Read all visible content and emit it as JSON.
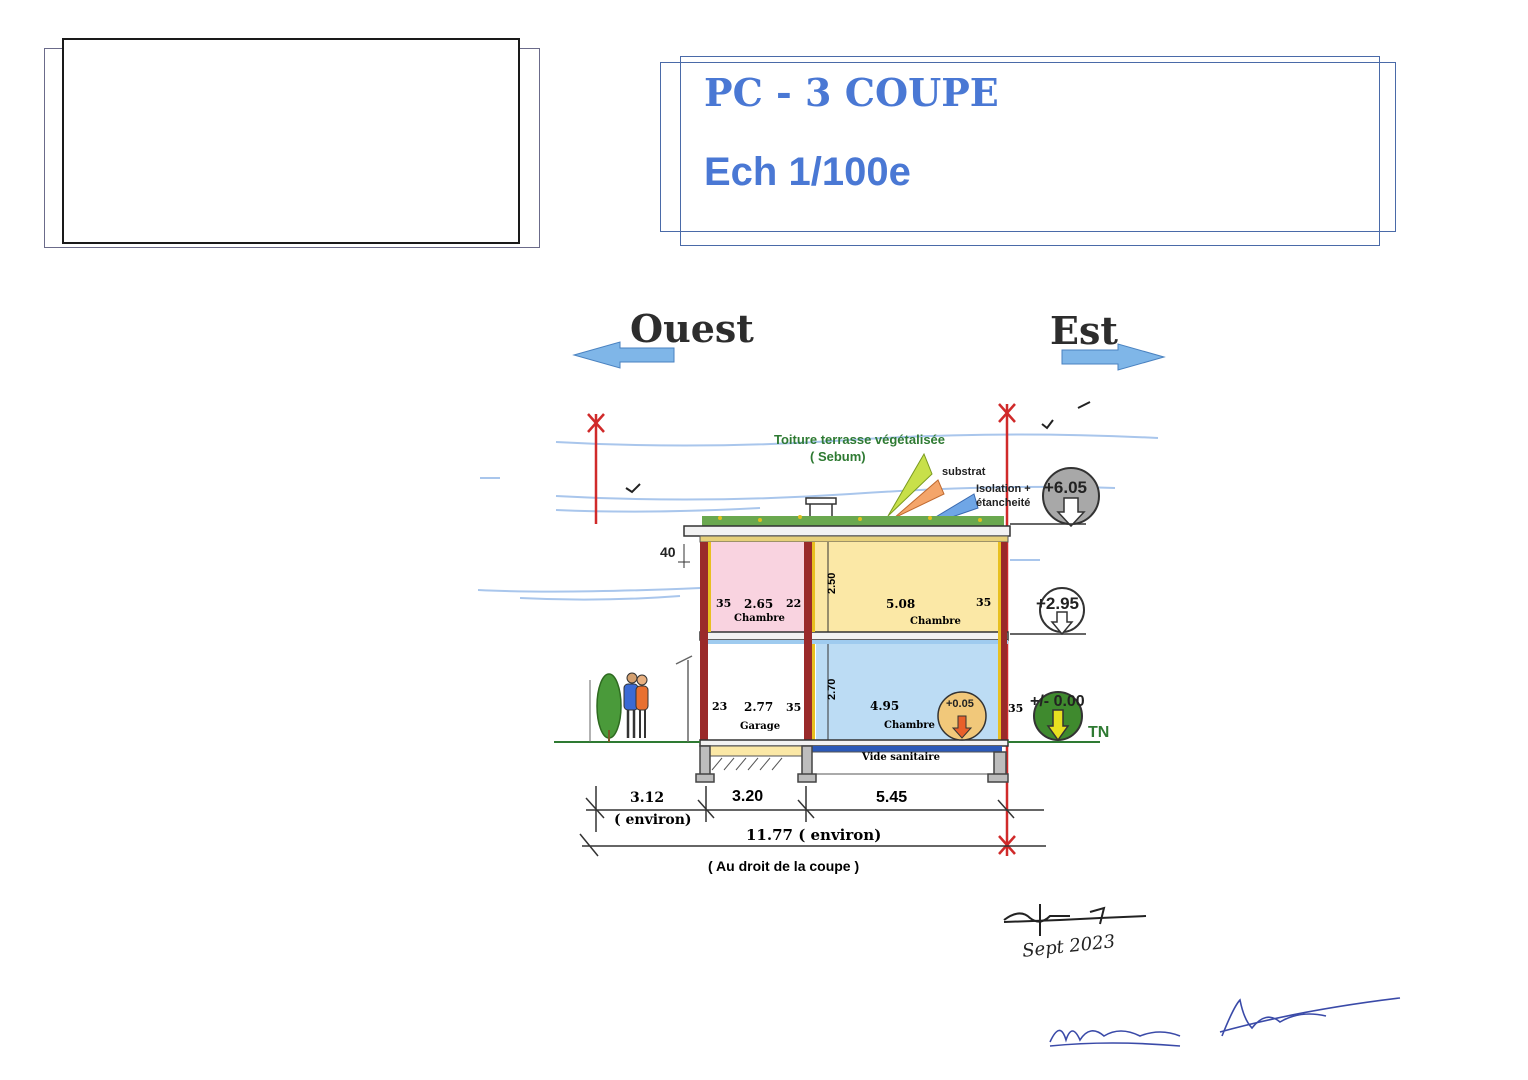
{
  "title_block": {
    "line1": "PC - 3   COUPE",
    "line2": "Ech 1/100e"
  },
  "directions": {
    "west": "Ouest",
    "east": "Est"
  },
  "roof": {
    "title": "Toiture terrasse végétalisée",
    "subtitle": "( Sebum)",
    "layer_substrat": "substrat",
    "layer_isolation_1": "Isolation +",
    "layer_isolation_2": "étancheité"
  },
  "levels": {
    "top": "+6.05",
    "first": "+2.95",
    "ground": "+/- 0.00",
    "ground_ref": "TN",
    "interior": "+0.05"
  },
  "rooms": {
    "upper_left_name": "Chambre",
    "upper_right_name": "Chambre",
    "lower_left_name": "Garage",
    "lower_right_name": "Chambre",
    "crawl_space": "Vide sanitaire"
  },
  "dimensions": {
    "parapet": "40",
    "upper_left_wall": "35",
    "upper_left_width": "2.65",
    "upper_mid_wall": "22",
    "upper_right_width": "5.08",
    "upper_right_wall": "35",
    "upper_height": "2.50",
    "lower_left_wall": "23",
    "lower_left_width": "2.77",
    "lower_mid_wall": "35",
    "lower_right_width": "4.95",
    "lower_right_wall": "35",
    "lower_height": "2.70",
    "setback": "3.12",
    "setback_note": "( environ)",
    "span_left": "3.20",
    "span_right": "5.45",
    "total": "11.77 ( environ)",
    "total_note": "( Au droit de la coupe )"
  },
  "signature": {
    "date": "Sept 2023"
  },
  "colors": {
    "title_blue": "#4a78d4",
    "arrow_blue": "#7fb6e8",
    "room_pink": "#f9d3e0",
    "room_yellow": "#fbe8a6",
    "room_blue": "#bcdcf4",
    "wall_red": "#9a2a2a",
    "level_grey": "#a8a8a8",
    "level_green": "#3f8a2e",
    "level_orange": "#f1c87a",
    "roof_green": "#2e7a32"
  }
}
